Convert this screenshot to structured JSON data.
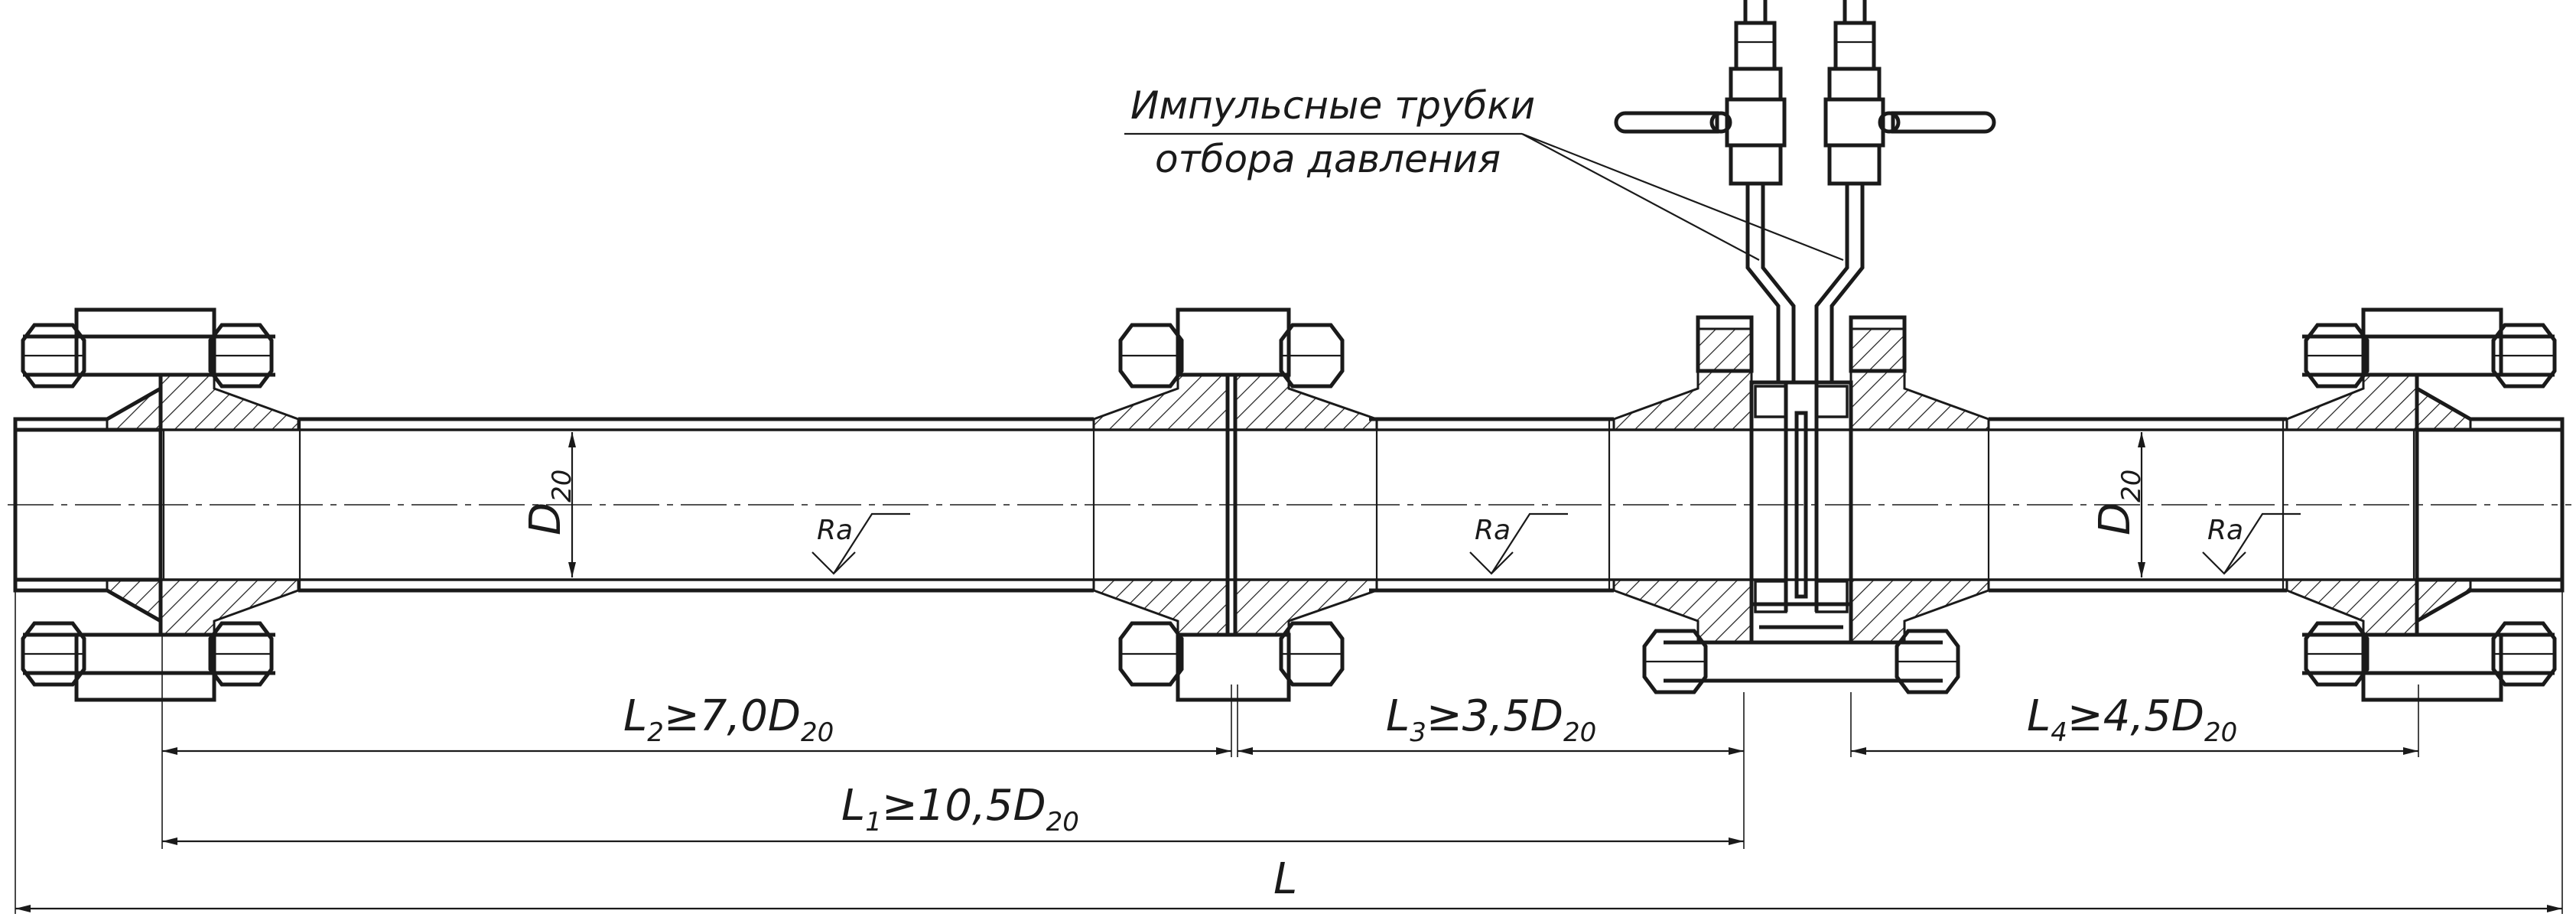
{
  "callout": {
    "line1": "Импульсные трубки",
    "line2": "отбора давления"
  },
  "dimensions": {
    "l2": {
      "main": "L",
      "index": "2",
      "expr": "≥7,0D",
      "sub": "20"
    },
    "l3": {
      "main": "L",
      "index": "3",
      "expr": "≥3,5D",
      "sub": "20"
    },
    "l4": {
      "main": "L",
      "index": "4",
      "expr": "≥4,5D",
      "sub": "20"
    },
    "l1": {
      "main": "L",
      "index": "1",
      "expr": "≥10,5D",
      "sub": "20"
    },
    "l_total": "L",
    "diameter_left": {
      "main": "D",
      "sub": "20"
    },
    "diameter_right": {
      "main": "D",
      "sub": "20"
    }
  },
  "roughness": [
    "Ra",
    "Ra",
    "Ra"
  ]
}
